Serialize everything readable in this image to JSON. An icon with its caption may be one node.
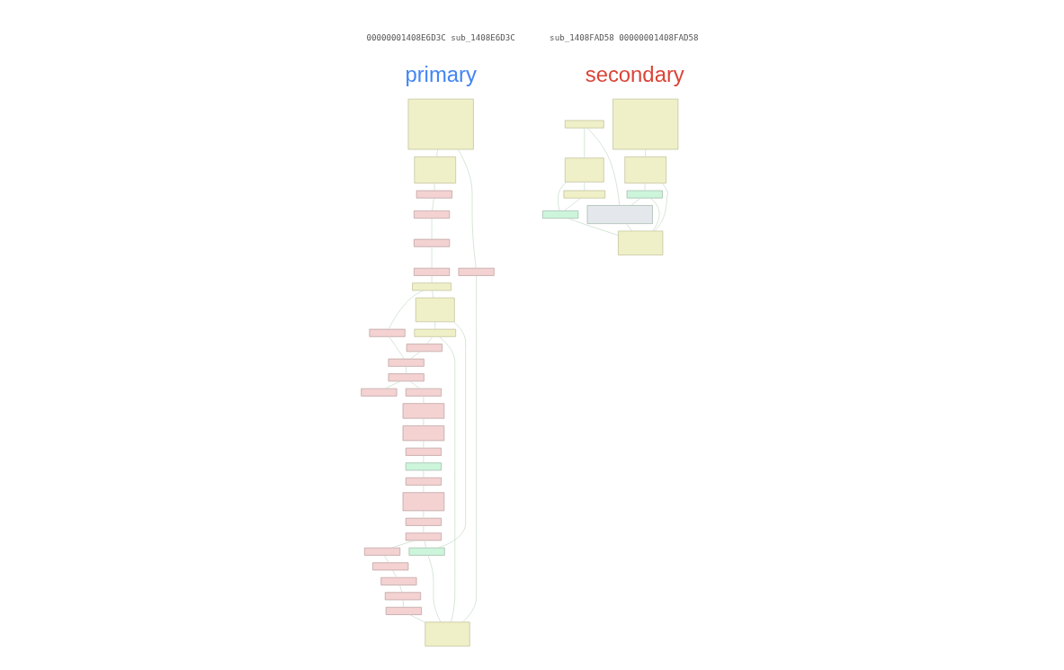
{
  "diagram": {
    "nodes": [
      {
        "text": [],
        "shape": "box"
      },
      {
        "text": [],
        "shape": "box"
      },
      {
        "text": [],
        "shape": "box"
      },
      {
        "text": [],
        "shape": "box"
      },
      {
        "text": [],
        "shape": "box"
      },
      {
        "text": [],
        "shape": "box"
      },
      {
        "text": [],
        "shape": "box"
      },
      {
        "text": [],
        "shape": "box"
      },
      {
        "text": [],
        "shape": "box"
      },
      {
        "text": [],
        "shape": "box"
      },
      {
        "text": [],
        "shape": "box"
      },
      {
        "text": [],
        "shape": "box"
      },
      {
        "text": [],
        "shape": "box"
      },
      {
        "text": [],
        "shape": "box"
      },
      {
        "text": [],
        "shape": "box"
      },
      {
        "text": [],
        "shape": "box"
      },
      {
        "text": [],
        "shape": "box"
      },
      {
        "text": [],
        "shape": "box"
      },
      {
        "text": [],
        "shape": "box"
      },
      {
        "text": [],
        "shape": "box"
      },
      {
        "text": [],
        "shape": "box"
      },
      {
        "text": [],
        "shape": "box"
      },
      {
        "text": [],
        "shape": "box"
      },
      {
        "text": [],
        "shape": "box"
      },
      {
        "text": [],
        "shape": "box"
      },
      {
        "text": [],
        "shape": "box"
      },
      {
        "text": [],
        "shape": "box"
      },
      {
        "text": [],
        "shape": "box"
      },
      {
        "text": [],
        "shape": "box"
      },
      {
        "text": [],
        "shape": "box"
      },
      {
        "text": [],
        "shape": "box"
      },
      {
        "text": [],
        "shape": "box"
      },
      {
        "text": [],
        "shape": "box"
      },
      {
        "text": [],
        "shape": "box"
      },
      {
        "text": [],
        "shape": "box"
      },
      {
        "text": [],
        "shape": "box"
      },
      {
        "text": [],
        "shape": "box"
      },
      {
        "text": [],
        "shape": "box"
      },
      {
        "text": [],
        "shape": "box"
      },
      {
        "text": [],
        "shape": "box"
      }
    ],
    "edges": [
      {
        "from": 0,
        "to": 1,
        "arrow": "none"
      },
      {
        "from": 0,
        "to": 2,
        "arrow": "none"
      },
      {
        "from": 1,
        "to": 3,
        "arrow": "none"
      },
      {
        "from": 3,
        "to": 4,
        "arrow": "none"
      },
      {
        "from": 4,
        "to": 5,
        "arrow": "none"
      },
      {
        "from": 5,
        "to": 6,
        "arrow": "none"
      },
      {
        "from": 6,
        "to": 7,
        "arrow": "none"
      },
      {
        "from": 2,
        "to": 30,
        "arrow": "none"
      },
      {
        "from": 7,
        "to": 8,
        "arrow": "none"
      },
      {
        "from": 7,
        "to": 11,
        "arrow": "none"
      },
      {
        "from": 8,
        "to": 9,
        "arrow": "none"
      },
      {
        "from": 8,
        "to": 24,
        "arrow": "none"
      },
      {
        "from": 9,
        "to": 10,
        "arrow": "none"
      },
      {
        "from": 9,
        "to": 30,
        "arrow": "none"
      },
      {
        "from": 10,
        "to": 12,
        "arrow": "none"
      },
      {
        "from": 11,
        "to": 12,
        "arrow": "none"
      },
      {
        "from": 12,
        "to": 13,
        "arrow": "none"
      },
      {
        "from": 13,
        "to": 14,
        "arrow": "none"
      },
      {
        "from": 13,
        "to": 15,
        "arrow": "none"
      },
      {
        "from": 15,
        "to": 16,
        "arrow": "none"
      },
      {
        "from": 16,
        "to": 17,
        "arrow": "none"
      },
      {
        "from": 17,
        "to": 18,
        "arrow": "none"
      },
      {
        "from": 18,
        "to": 19,
        "arrow": "none"
      },
      {
        "from": 19,
        "to": 20,
        "arrow": "none"
      },
      {
        "from": 20,
        "to": 21,
        "arrow": "none"
      },
      {
        "from": 21,
        "to": 22,
        "arrow": "none"
      },
      {
        "from": 22,
        "to": 23,
        "arrow": "none"
      },
      {
        "from": 23,
        "to": 24,
        "arrow": "none"
      },
      {
        "from": 23,
        "to": 25,
        "arrow": "none"
      },
      {
        "from": 25,
        "to": 26,
        "arrow": "none"
      },
      {
        "from": 26,
        "to": 27,
        "arrow": "none"
      },
      {
        "from": 27,
        "to": 28,
        "arrow": "none"
      },
      {
        "from": 28,
        "to": 29,
        "arrow": "none"
      },
      {
        "from": 29,
        "to": 30,
        "arrow": "none"
      },
      {
        "from": 24,
        "to": 30,
        "arrow": "none"
      },
      {
        "from": 31,
        "to": 32,
        "arrow": "none"
      },
      {
        "from": 32,
        "to": 36,
        "arrow": "none"
      },
      {
        "from": 32,
        "to": 39,
        "arrow": "none"
      },
      {
        "from": 33,
        "to": 34,
        "arrow": "none"
      },
      {
        "from": 33,
        "to": 37,
        "arrow": "none"
      },
      {
        "from": 34,
        "to": 35,
        "arrow": "none"
      },
      {
        "from": 34,
        "to": 38,
        "arrow": "none"
      },
      {
        "from": 35,
        "to": 38,
        "arrow": "none"
      },
      {
        "from": 36,
        "to": 37,
        "arrow": "none"
      },
      {
        "from": 36,
        "to": 39,
        "arrow": "none"
      },
      {
        "from": 37,
        "to": 39,
        "arrow": "none"
      },
      {
        "from": 38,
        "to": 39,
        "arrow": "none"
      }
    ],
    "labels": [
      "00000001408E6D3C sub_1408E6D3C",
      "primary",
      "sub_1408FAD58 00000001408FAD58",
      "secondary"
    ]
  }
}
